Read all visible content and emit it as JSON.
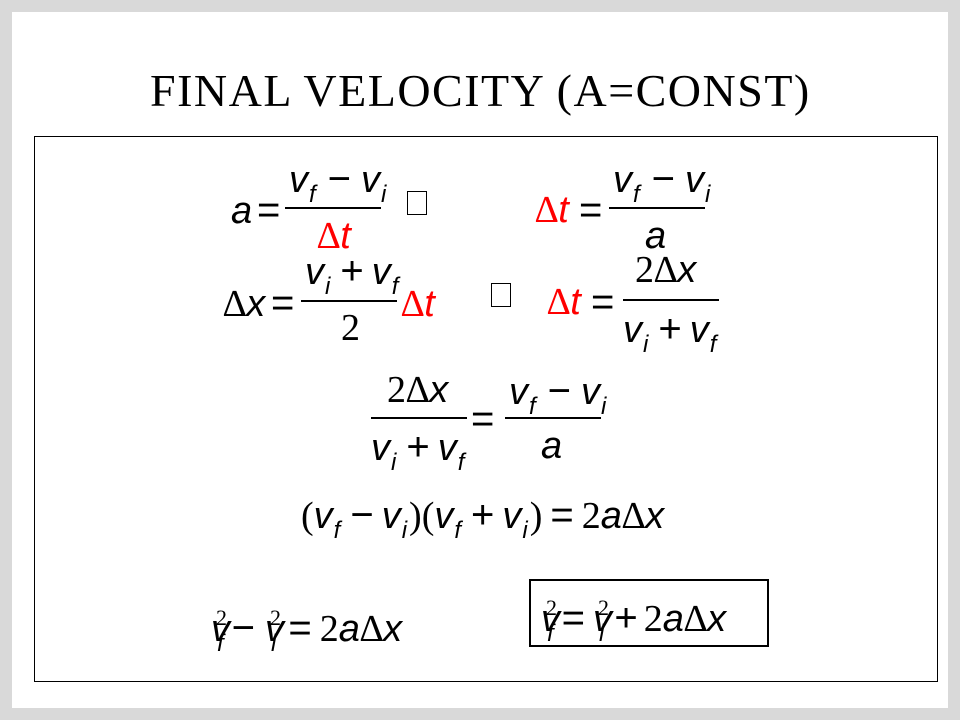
{
  "slide": {
    "title": "FINAL VELOCITY (A=CONST)"
  },
  "equations": {
    "sym_a": "a",
    "sym_v": "v",
    "sym_t": "t",
    "sym_x": "x",
    "sub_f": "f",
    "sub_i": "i",
    "delta": "∆",
    "two": "2",
    "sup_2": "2",
    "equals": "=",
    "minus": "−",
    "plus": "+",
    "paren_open": "(",
    "paren_close": ")",
    "accent_color": "#ff0000"
  },
  "icons": {
    "implies": "missing-glyph-box"
  }
}
